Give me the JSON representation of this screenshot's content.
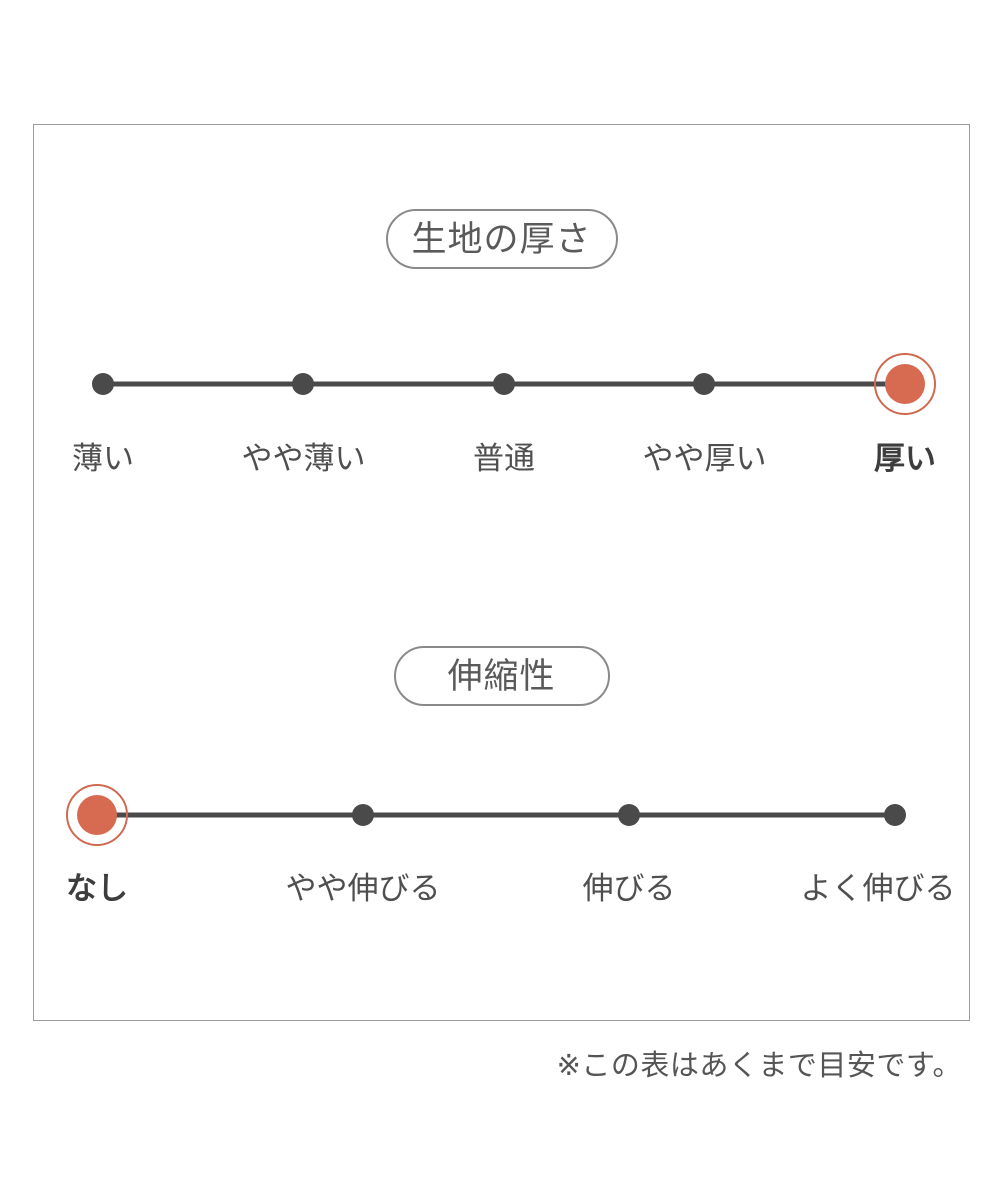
{
  "note": "※この表はあくまで目安です。",
  "colors": {
    "accent_fill": "#d66b51",
    "accent_ring": "#cf6a50",
    "track_and_dots": "#4a4a4a",
    "label_text": "#4f4f4f",
    "frame_border": "#9b9b9b",
    "pill_border": "#8a8a8a"
  },
  "chart_data": [
    {
      "type": "scale",
      "title": "生地の厚さ",
      "categories": [
        "薄い",
        "やや薄い",
        "普通",
        "やや厚い",
        "厚い"
      ],
      "selected": "厚い",
      "selected_index": 4,
      "points_total": 5,
      "legend_position": "none",
      "grid": false
    },
    {
      "type": "scale",
      "title": "伸縮性",
      "categories": [
        "なし",
        "やや伸びる",
        "伸びる",
        "よく伸びる"
      ],
      "selected": "なし",
      "selected_index": 0,
      "points_total": 4,
      "legend_position": "none",
      "grid": false
    }
  ]
}
